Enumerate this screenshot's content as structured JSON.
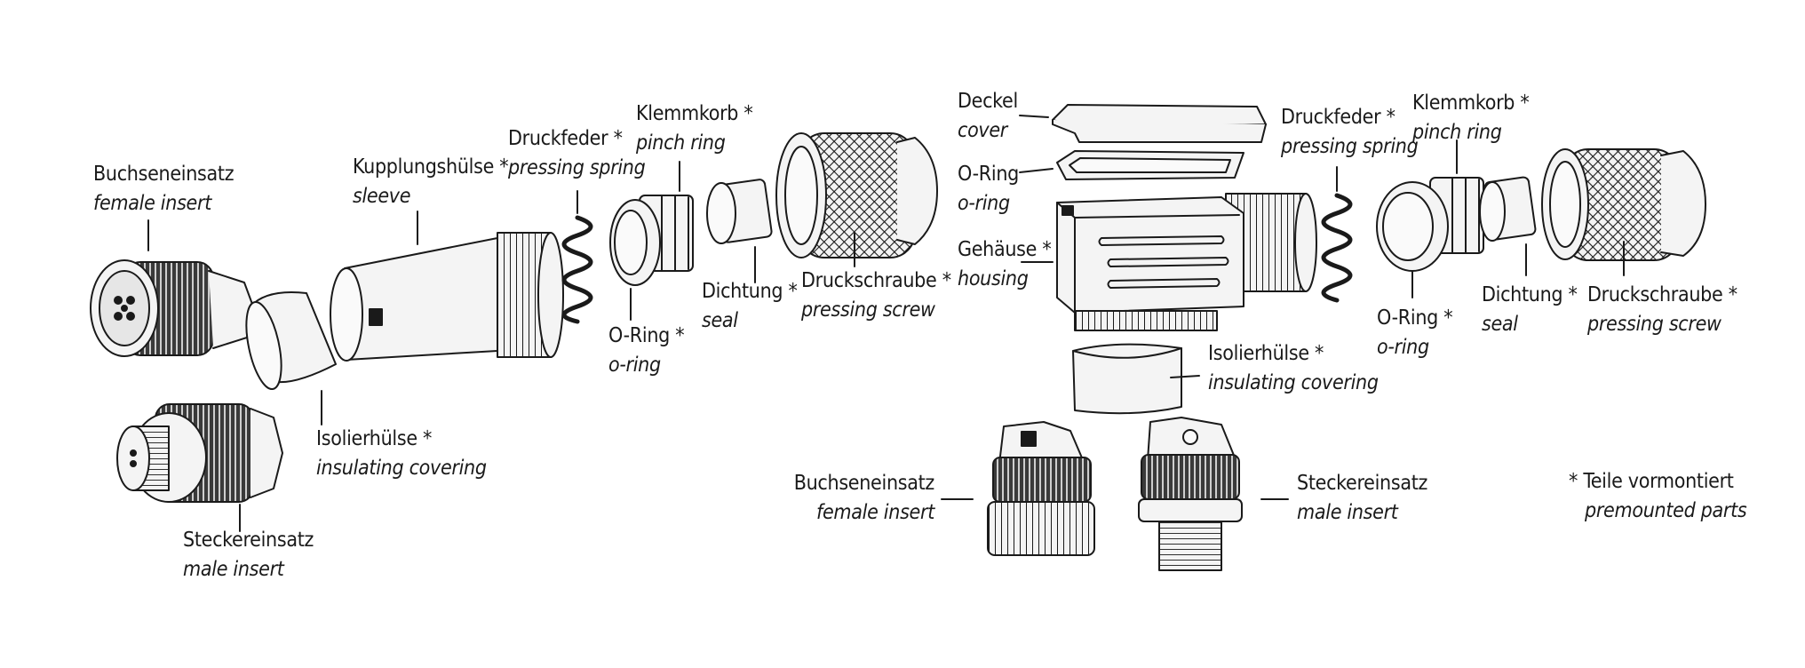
{
  "colors": {
    "line": "#1a1a1a",
    "part_fill": "#f4f4f4",
    "dark_fill": "#2a2a2a"
  },
  "left": {
    "female_insert": {
      "de": "Buchseneinsatz",
      "en": "female insert"
    },
    "sleeve": {
      "de": "Kupplungshülse *",
      "en": "sleeve"
    },
    "pressing_spring": {
      "de": "Druckfeder *",
      "en": "pressing spring"
    },
    "pinch_ring": {
      "de": "Klemmkorb *",
      "en": "pinch ring"
    },
    "o_ring": {
      "de": "O-Ring *",
      "en": "o-ring"
    },
    "seal": {
      "de": "Dichtung *",
      "en": "seal"
    },
    "pressing_screw": {
      "de": "Druckschraube *",
      "en": "pressing screw"
    },
    "insulating_covering": {
      "de": "Isolierhülse *",
      "en": "insulating covering"
    },
    "male_insert": {
      "de": "Steckereinsatz",
      "en": "male insert"
    }
  },
  "right": {
    "cover": {
      "de": "Deckel",
      "en": "cover"
    },
    "o_ring_top": {
      "de": "O-Ring",
      "en": "o-ring"
    },
    "housing": {
      "de": "Gehäuse *",
      "en": "housing"
    },
    "pressing_spring": {
      "de": "Druckfeder *",
      "en": "pressing spring"
    },
    "pinch_ring": {
      "de": "Klemmkorb *",
      "en": "pinch ring"
    },
    "o_ring": {
      "de": "O-Ring *",
      "en": "o-ring"
    },
    "seal": {
      "de": "Dichtung *",
      "en": "seal"
    },
    "pressing_screw": {
      "de": "Druckschraube *",
      "en": "pressing screw"
    },
    "insulating_covering": {
      "de": "Isolierhülse *",
      "en": "insulating covering"
    },
    "female_insert": {
      "de": "Buchseneinsatz",
      "en": "female insert"
    },
    "male_insert": {
      "de": "Steckereinsatz",
      "en": "male insert"
    }
  },
  "footnote": {
    "de": "* Teile vormontiert",
    "en": "premounted parts"
  }
}
